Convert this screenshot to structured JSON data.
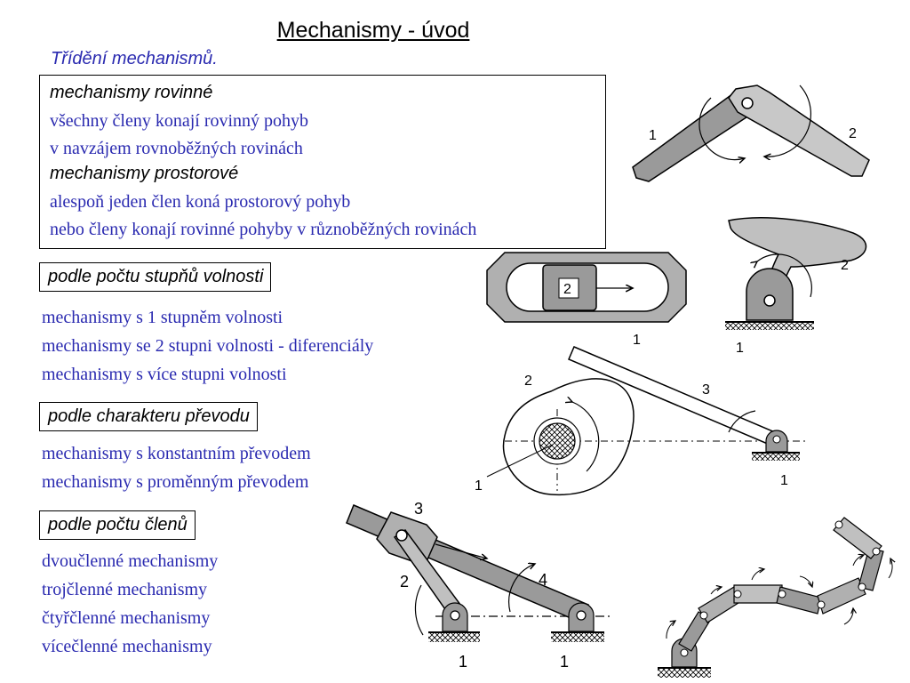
{
  "title": "Mechanismy - úvod",
  "subtitle": "Třídění mechanismů.",
  "box_classification": {
    "planar_heading": "mechanismy rovinné",
    "planar_desc_1": "všechny členy konají rovinný pohyb",
    "planar_desc_2": "v navzájem rovnoběžných rovinách",
    "spatial_heading": "mechanismy prostorové",
    "spatial_desc_1": "alespoň jeden člen koná prostorový pohyb",
    "spatial_desc_2": "nebo členy konají rovinné pohyby v různoběžných rovinách"
  },
  "sections": [
    {
      "heading": "podle počtu stupňů volnosti",
      "items": [
        "mechanismy s 1 stupněm volnosti",
        "mechanismy se 2 stupni volnosti - diferenciály",
        "mechanismy s více stupni volnosti"
      ]
    },
    {
      "heading": "podle charakteru převodu",
      "items": [
        "mechanismy s konstantním převodem",
        "mechanismy s proměnným převodem"
      ]
    },
    {
      "heading": "podle počtu členů",
      "items": [
        "dvoučlenné mechanismy",
        "trojčlenné mechanismy",
        "čtyřčlenné mechanismy",
        "vícečlenné mechanismy"
      ]
    }
  ],
  "diagram_labels": {
    "spatial_link_left": "1",
    "spatial_link_right": "2",
    "slider_block": "2",
    "lever_body": "2",
    "lever_frame": "1",
    "cam_link_top": "1",
    "cam": "2",
    "cam_follower": "3",
    "cam_frame": "1",
    "cam_axis": "1",
    "slider_crank_slider": "3",
    "slider_crank_crank": "2",
    "slider_crank_rod": "4",
    "slider_crank_frame_left": "1",
    "slider_crank_frame_right": "1"
  },
  "colors": {
    "text_blue": "#2a2ab0",
    "link_dark": "#9a9a9a",
    "link_light": "#c8c8c8",
    "link_mid": "#b0b0b0"
  }
}
